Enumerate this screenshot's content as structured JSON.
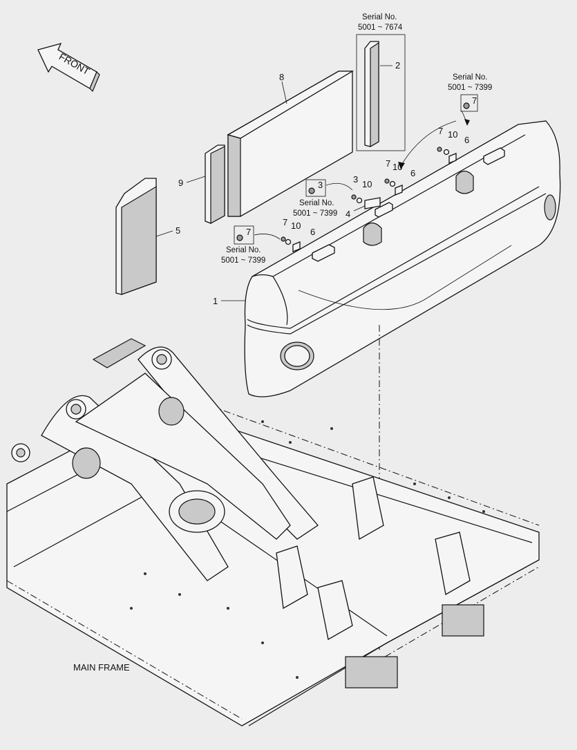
{
  "front_arrow": "FRONT",
  "main_frame_label": "MAIN FRAME",
  "serial": {
    "top": [
      "Serial No.",
      "5001 ~ 7674"
    ],
    "right": [
      "Serial No.",
      "5001 ~ 7399"
    ],
    "mid": [
      "Serial No.",
      "5001 ~ 7399"
    ],
    "left": [
      "Serial No.",
      "5001 ~ 7399"
    ]
  },
  "callouts": {
    "c1": "1",
    "c2": "2",
    "c3": "3",
    "c3b": "3",
    "c4": "4",
    "c5": "5",
    "c6a": "6",
    "c6b": "6",
    "c6c": "6",
    "c7a": "7",
    "c7b": "7",
    "c7c": "7",
    "c7d": "7",
    "c7e": "7",
    "c8": "8",
    "c9": "9",
    "c10a": "10",
    "c10b": "10",
    "c10c": "10",
    "c10d": "10"
  }
}
